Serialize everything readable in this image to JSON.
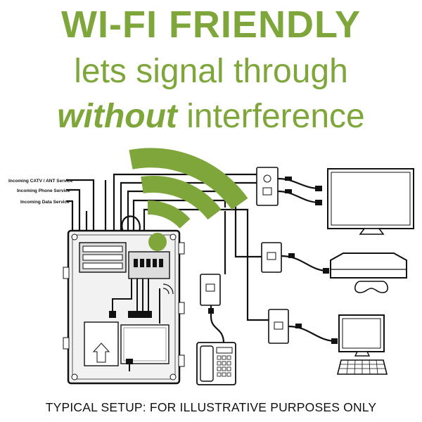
{
  "headline": {
    "line1": "WI-FI FRIENDLY",
    "line2": "lets signal through",
    "line3_emphasis": "without",
    "line3_rest": "interference"
  },
  "service_labels": [
    "Incoming CATV / ANT Service",
    "Incoming Phone Service",
    "Incoming Data Service"
  ],
  "caption": "TYPICAL SETUP: FOR ILLUSTRATIVE PURPOSES ONLY",
  "colors": {
    "accent_green": "#7ea63a",
    "line_black": "#111111",
    "panel_gray": "#f2f2f2"
  },
  "icons": [
    "wifi-signal-icon",
    "tv-icon",
    "game-console-icon",
    "computer-icon",
    "desk-phone-icon",
    "wall-jack-icon",
    "structured-media-enclosure"
  ]
}
